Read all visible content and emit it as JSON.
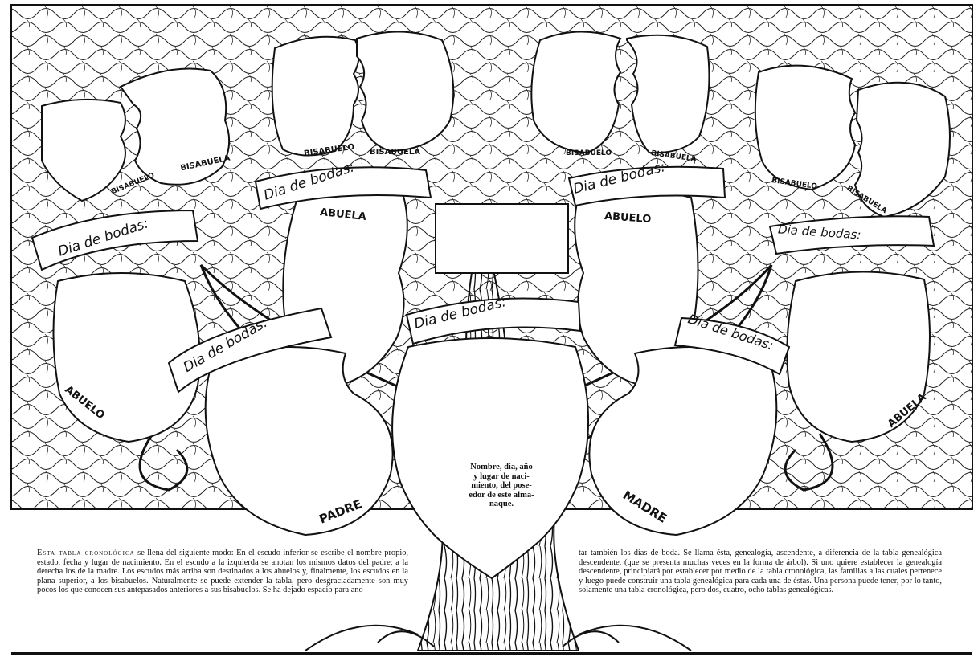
{
  "labels": {
    "bisabuelo_1": "BISABUELO",
    "bisabuela_1": "BISABUELA",
    "bisabuelo_2": "BISABUELO",
    "bisabuela_2": "BISABUELA",
    "bisabuelo_3": "BISABUELO",
    "bisabuela_3": "BISABUELA",
    "bisabuelo_4": "BISABUELO",
    "bisabuela_4": "BISABUELA",
    "abuela_upper_left": "ABUELA",
    "abuelo_upper_right": "ABUELO",
    "abuelo_lower_left": "ABUELO",
    "abuela_lower_right": "ABUELA",
    "padre": "PADRE",
    "madre": "MADRE"
  },
  "banners": {
    "wedding_1": "Dia de bodas:",
    "wedding_2": "Dia de bodas:",
    "wedding_3": "Dia de bodas:",
    "wedding_4": "Dia de bodas:",
    "wedding_5": "Dia de bodas:",
    "wedding_6": "Dia de bodas:",
    "wedding_7": "Dia de bodas:"
  },
  "center_shield_text": "Nombre, día, año\ny lugar de naci-\nmiento, del pose-\nedor de este alma-\nnaque.",
  "text_left": {
    "lead": "Esta tabla cronológica",
    "body": " se llena del siguiente modo: En el escudo inferior se escribe el nombre propio, estado, fecha y lugar de nacimiento. En el escudo a la izquierda se anotan los mismos datos del padre; a la derecha los de la madre. Los escudos más arriba son destinados a los abuelos y, finalmente, los escudos en la plana superior, a los bisabuelos. Naturalmente se puede extender la tabla, pero desgraciadamente son muy pocos los que conocen sus antepasados anteriores a sus bisabuelos. Se ha dejado espacio para ano-"
  },
  "text_right": {
    "body": "tar también los días de boda. Se llama ésta, genealogía, ascendente, a diferencia de la tabla genealógica descendente, (que se presenta muchas veces en la forma de árbol). Si uno quiere establecer la genealogía descendente, principiará por establecer por medio de la tabla cronológica, las familias a las cuales pertenece y luego puede construir una tabla genealógica para cada una de éstas. Una persona puede tener, por lo tanto, solamente una tabla cronológica, pero dos, cuatro, ocho tablas genealógicas."
  },
  "colors": {
    "ink": "#111111",
    "paper": "#ffffff"
  }
}
